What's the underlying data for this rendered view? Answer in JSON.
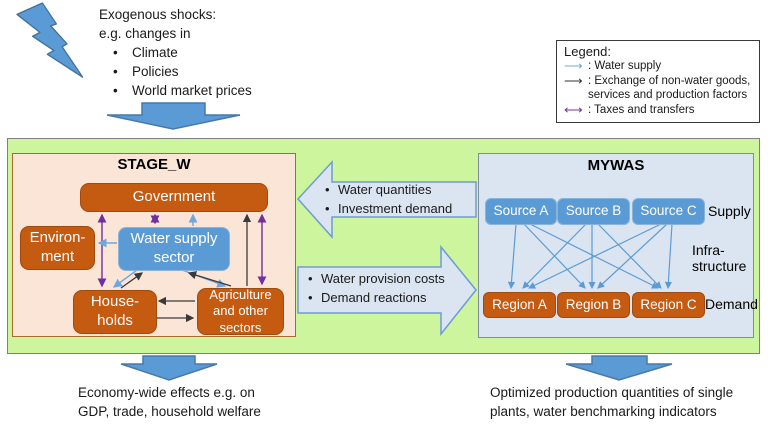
{
  "colors": {
    "accent_blue": "#5b9bd5",
    "dark_orange": "#c55a11",
    "light_green_bg": "#ccf59e",
    "peach_bg": "#fbe5d6",
    "light_blue_bg": "#dbe5f1",
    "purple_arrow": "#7030a0",
    "black_arrow": "#3a3a3a"
  },
  "exogenous": {
    "heading_line1": "Exogenous shocks:",
    "heading_line2": "e.g. changes in",
    "bullets": [
      "Climate",
      "Policies",
      "World market prices"
    ]
  },
  "legend": {
    "title": "Legend:",
    "items": [
      {
        "icon": "water-supply-arrow-icon",
        "glyph": "⟶",
        "label": ": Water supply"
      },
      {
        "icon": "exchange-arrow-icon",
        "glyph": "⟶",
        "label": ": Exchange of non-water goods, services and production factors"
      },
      {
        "icon": "taxes-transfers-arrow-icon",
        "glyph": "⟷",
        "label": ": Taxes and transfers"
      }
    ]
  },
  "stage_w": {
    "title": "STAGE_W",
    "government": "Government",
    "environment": "Environ-\nment",
    "water_supply": "Water supply\nsector",
    "households": "House-\nholds",
    "agriculture": "Agriculture\nand other\nsectors"
  },
  "mywas": {
    "title": "MYWAS",
    "sources": [
      "Source A",
      "Source B",
      "Source C"
    ],
    "regions": [
      "Region A",
      "Region B",
      "Region C"
    ],
    "side_labels": {
      "supply": "Supply",
      "infrastructure": "Infra-\nstructure",
      "demand": "Demand"
    }
  },
  "flows": {
    "to_stage": [
      "Water quantities",
      "Investment demand"
    ],
    "to_mywas": [
      "Water provision costs",
      "Demand reactions"
    ]
  },
  "outcomes": {
    "left": "Economy-wide effects e.g. on\nGDP, trade, household welfare",
    "right": "Optimized production quantities of single\nplants, water benchmarking indicators"
  }
}
